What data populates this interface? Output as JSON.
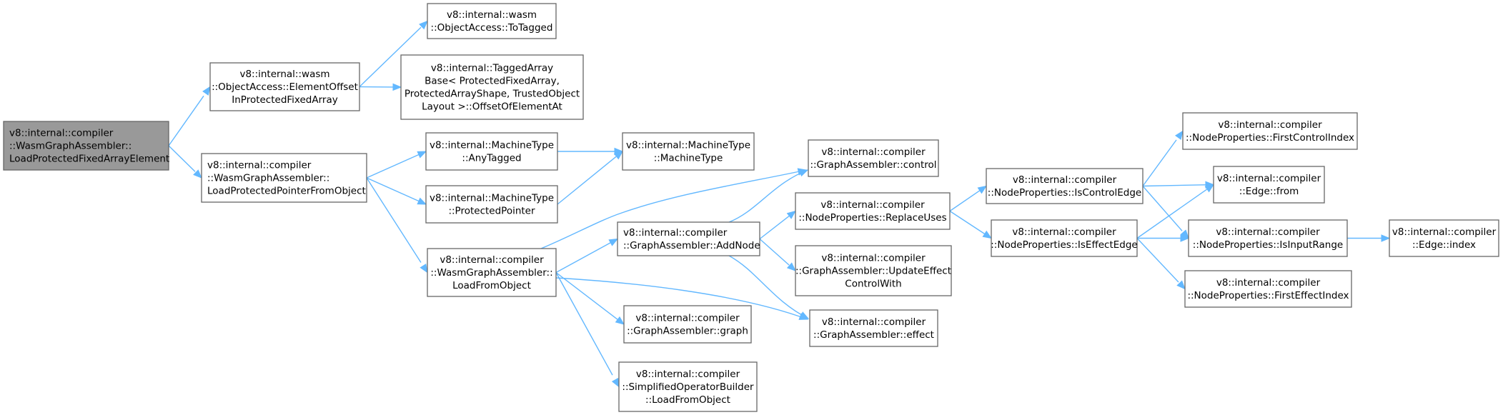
{
  "nodes": [
    {
      "id": "root",
      "lines": [
        "v8::internal::compiler",
        "::WasmGraphAssembler::",
        "LoadProtectedFixedArrayElement"
      ],
      "root": true,
      "align": "start"
    },
    {
      "id": "elemOffset",
      "lines": [
        "v8::internal::wasm",
        "::ObjectAccess::ElementOffset",
        "InProtectedFixedArray"
      ]
    },
    {
      "id": "toTagged",
      "lines": [
        "v8::internal::wasm",
        "::ObjectAccess::ToTagged"
      ]
    },
    {
      "id": "taggedArray",
      "lines": [
        "v8::internal::TaggedArray",
        "Base< ProtectedFixedArray,",
        "ProtectedArrayShape, TrustedObject",
        "Layout >::OffsetOfElementAt"
      ]
    },
    {
      "id": "loadPtr",
      "lines": [
        "v8::internal::compiler",
        "::WasmGraphAssembler::",
        "LoadProtectedPointerFromObject"
      ],
      "align": "start"
    },
    {
      "id": "anyTagged",
      "lines": [
        "v8::internal::MachineType",
        "::AnyTagged"
      ]
    },
    {
      "id": "protPtr",
      "lines": [
        "v8::internal::MachineType",
        "::ProtectedPointer"
      ]
    },
    {
      "id": "machineType",
      "lines": [
        "v8::internal::MachineType",
        "::MachineType"
      ]
    },
    {
      "id": "loadFromObject",
      "lines": [
        "v8::internal::compiler",
        "::WasmGraphAssembler::",
        "LoadFromObject"
      ]
    },
    {
      "id": "addNode",
      "lines": [
        "v8::internal::compiler",
        "::GraphAssembler::AddNode"
      ],
      "align": "start"
    },
    {
      "id": "graph",
      "lines": [
        "v8::internal::compiler",
        "::GraphAssembler::graph"
      ]
    },
    {
      "id": "simplified",
      "lines": [
        "v8::internal::compiler",
        "::SimplifiedOperatorBuilder",
        "::LoadFromObject"
      ]
    },
    {
      "id": "control",
      "lines": [
        "v8::internal::compiler",
        "::GraphAssembler::control"
      ]
    },
    {
      "id": "replaceUses",
      "lines": [
        "v8::internal::compiler",
        "::NodeProperties::ReplaceUses"
      ]
    },
    {
      "id": "updateEffect",
      "lines": [
        "v8::internal::compiler",
        "::GraphAssembler::UpdateEffect",
        "ControlWith"
      ]
    },
    {
      "id": "effect",
      "lines": [
        "v8::internal::compiler",
        "::GraphAssembler::effect"
      ]
    },
    {
      "id": "isControlEdge",
      "lines": [
        "v8::internal::compiler",
        "::NodeProperties::IsControlEdge"
      ]
    },
    {
      "id": "isEffectEdge",
      "lines": [
        "v8::internal::compiler",
        "::NodeProperties::IsEffectEdge"
      ]
    },
    {
      "id": "firstControl",
      "lines": [
        "v8::internal::compiler",
        "::NodeProperties::FirstControlIndex"
      ]
    },
    {
      "id": "edgeFrom",
      "lines": [
        "v8::internal::compiler",
        "::Edge::from"
      ]
    },
    {
      "id": "isInputRange",
      "lines": [
        "v8::internal::compiler",
        "::NodeProperties::IsInputRange"
      ]
    },
    {
      "id": "firstEffect",
      "lines": [
        "v8::internal::compiler",
        "::NodeProperties::FirstEffectIndex"
      ]
    },
    {
      "id": "edgeIndex",
      "lines": [
        "v8::internal::compiler",
        "::Edge::index"
      ]
    }
  ],
  "edges": [
    [
      "root",
      "elemOffset"
    ],
    [
      "root",
      "loadPtr"
    ],
    [
      "elemOffset",
      "toTagged"
    ],
    [
      "elemOffset",
      "taggedArray"
    ],
    [
      "loadPtr",
      "anyTagged"
    ],
    [
      "loadPtr",
      "protPtr"
    ],
    [
      "loadPtr",
      "loadFromObject"
    ],
    [
      "anyTagged",
      "machineType"
    ],
    [
      "protPtr",
      "machineType"
    ],
    [
      "loadFromObject",
      "addNode"
    ],
    [
      "loadFromObject",
      "control"
    ],
    [
      "loadFromObject",
      "effect"
    ],
    [
      "loadFromObject",
      "graph"
    ],
    [
      "loadFromObject",
      "simplified"
    ],
    [
      "addNode",
      "control"
    ],
    [
      "addNode",
      "replaceUses"
    ],
    [
      "addNode",
      "updateEffect"
    ],
    [
      "addNode",
      "effect"
    ],
    [
      "replaceUses",
      "isControlEdge"
    ],
    [
      "replaceUses",
      "isEffectEdge"
    ],
    [
      "isControlEdge",
      "firstControl"
    ],
    [
      "isControlEdge",
      "edgeFrom"
    ],
    [
      "isControlEdge",
      "isInputRange"
    ],
    [
      "isEffectEdge",
      "edgeFrom"
    ],
    [
      "isEffectEdge",
      "isInputRange"
    ],
    [
      "isEffectEdge",
      "firstEffect"
    ],
    [
      "isInputRange",
      "edgeIndex"
    ]
  ]
}
